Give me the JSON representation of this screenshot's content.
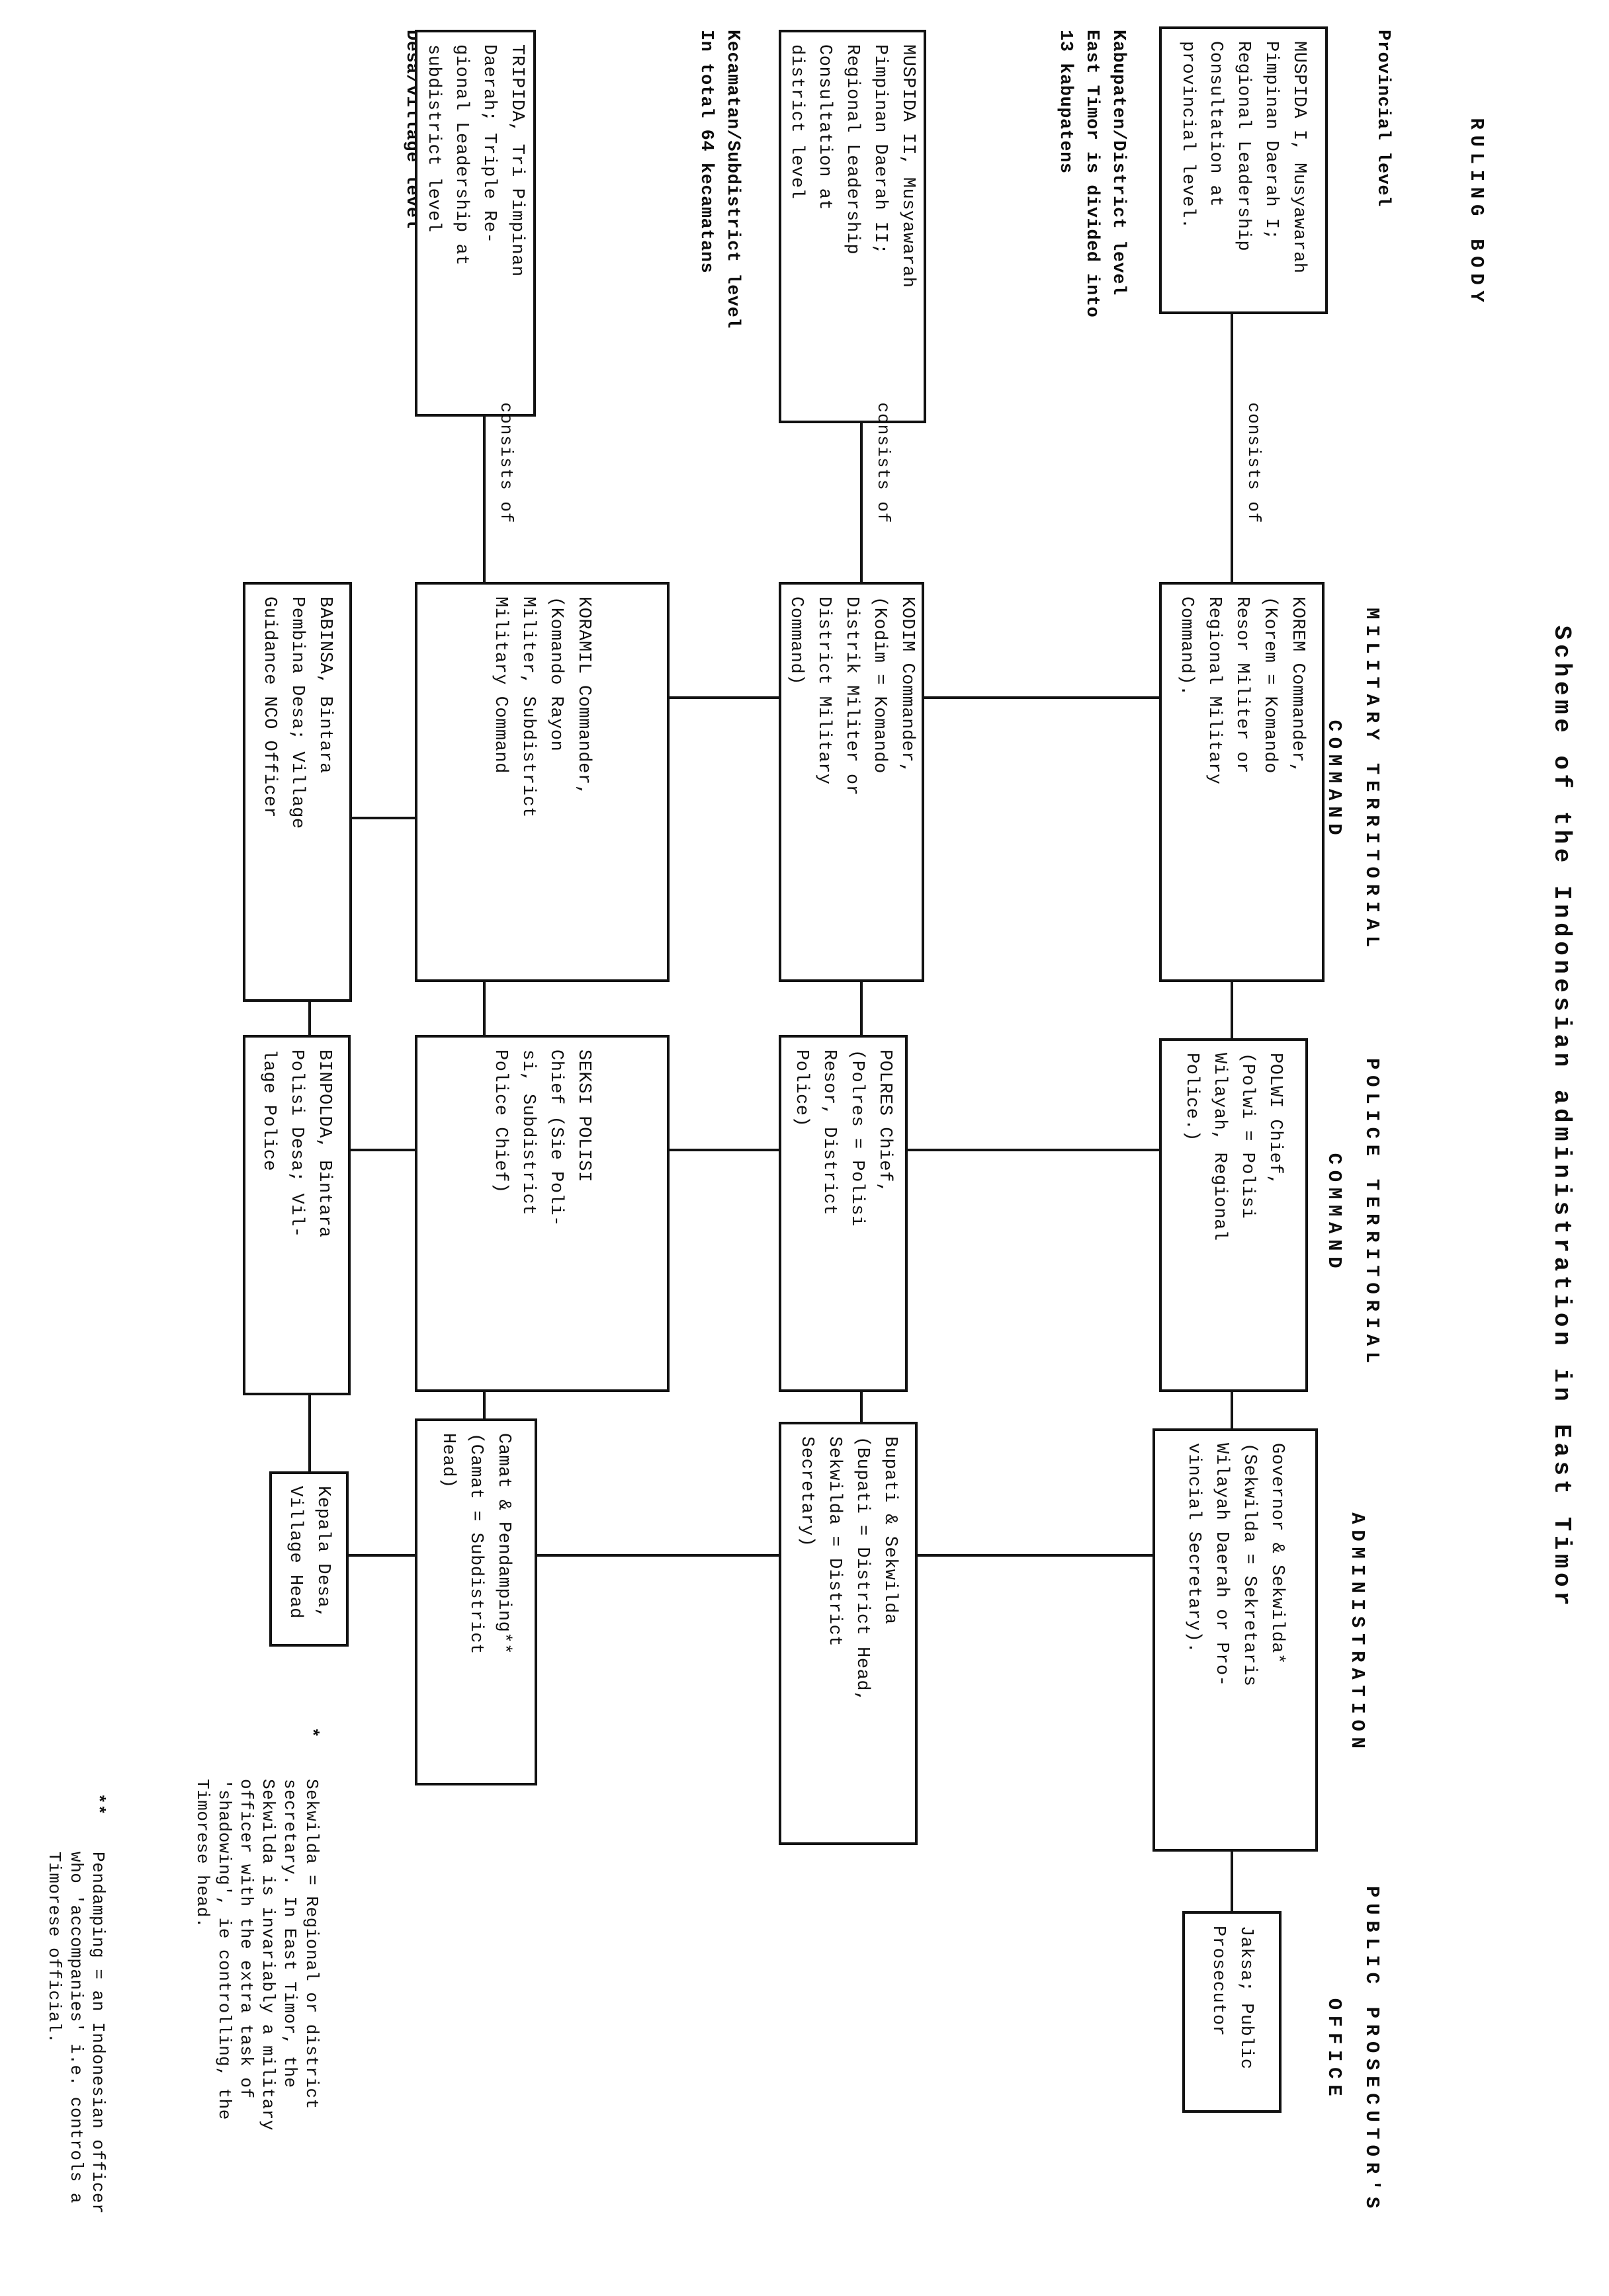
{
  "title": "Scheme of the Indonesian administration in East Timor",
  "column_headers": [
    {
      "id": "ruling-body",
      "lines": [
        "RULING BODY"
      ]
    },
    {
      "id": "military",
      "lines": [
        "MILITARY TERRITORIAL",
        "COMMAND"
      ]
    },
    {
      "id": "police",
      "lines": [
        "POLICE TERRITORIAL",
        "COMMAND"
      ]
    },
    {
      "id": "administration",
      "lines": [
        "ADMINISTRATION"
      ]
    },
    {
      "id": "prosecutor",
      "lines": [
        "PUBLIC PROSECUTOR'S",
        "OFFICE"
      ]
    }
  ],
  "row_labels": [
    {
      "id": "provincial",
      "lines": [
        "Provincial level"
      ]
    },
    {
      "id": "kabupaten",
      "lines": [
        "Kabupaten/District level",
        "East Timor is divided into",
        "13 kabupatens"
      ]
    },
    {
      "id": "kecamatan",
      "lines": [
        "Kecamatan/Subdistrict level",
        "In total 64 kecamatans"
      ]
    },
    {
      "id": "desa",
      "lines": [
        "Desa/village level"
      ]
    }
  ],
  "connector_labels": {
    "consists_of": "consists of"
  },
  "boxes": {
    "muspida_i": {
      "lines": [
        "MUSPIDA I, Musyawarah",
        "Pimpinan Daerah I;",
        "Regional Leadership",
        "Consultation at",
        "provincial level."
      ]
    },
    "korem": {
      "lines": [
        "KOREM Commander,",
        "(Korem = Komando",
        "Resor Militer or",
        "Regional Military",
        "Command)."
      ]
    },
    "polwi": {
      "lines": [
        "POLWI Chief,",
        "(Polwi = Polisi",
        "Wilayah, Regional",
        "Police.)"
      ]
    },
    "governor": {
      "lines": [
        "Governor & Sekwilda*",
        "(Sekwilda = Sekretaris",
        "Wilayah Daerah or Pro-",
        "vincial Secretary)."
      ]
    },
    "jaksa": {
      "lines": [
        "Jaksa; Public",
        "Prosecutor"
      ]
    },
    "muspida_ii": {
      "lines": [
        "MUSPIDA II, Musyawarah",
        "Pimpinan Daerah II;",
        "Regional Leadership",
        "Consultation at",
        "district level"
      ]
    },
    "kodim": {
      "lines": [
        "KODIM Commander,",
        "(Kodim = Komando",
        "Distrik Militer or",
        "District Military",
        "Command)"
      ]
    },
    "polres": {
      "lines": [
        "POLRES Chief,",
        "(Polres = Polisi",
        "Resor, District",
        "Police)"
      ]
    },
    "bupati": {
      "lines": [
        "Bupati & Sekwilda",
        "(Bupati = District Head,",
        "Sekwilda = District",
        "Secretary)"
      ]
    },
    "tripida": {
      "lines": [
        "TRIPIDA, Tri Pimpinan",
        "Daerah; Triple Re-",
        "gional Leadership at",
        "subdistrict level"
      ]
    },
    "koramil": {
      "lines": [
        "KORAMIL Commander,",
        "(Komando Rayon",
        "Militer, Subdistrict",
        "Military Command"
      ]
    },
    "seksi_polisi": {
      "lines": [
        "SEKSI POLISI",
        "Chief (Sie Poli-",
        "si, Subdistrict",
        "Police Chief)"
      ]
    },
    "camat": {
      "lines": [
        "Camat & Pendamping**",
        "(Camat = Subdistrict",
        "Head)"
      ]
    },
    "babinsa": {
      "lines": [
        "BABINSA, Bintara",
        "Pembina Desa; Village",
        "Guidance NCO Officer"
      ]
    },
    "binpolda": {
      "lines": [
        "BINPOLDA, Bintara",
        "Polisi Desa; Vil-",
        "lage Police"
      ]
    },
    "kepala_desa": {
      "lines": [
        "Kepala Desa,",
        "Village Head"
      ]
    }
  },
  "footnotes": [
    {
      "marker": "*",
      "lines": [
        "Sekwilda = Regional or district",
        "secretary. In East Timor, the",
        "Sekwilda is invariably a military",
        "officer with the extra task of",
        "'shadowing', ie controlling, the",
        "Timorese head."
      ]
    },
    {
      "marker": "**",
      "lines": [
        "Pendamping = an Indonesian officer",
        "who 'accompanies' i.e. controls a",
        "Timorese official."
      ]
    }
  ]
}
